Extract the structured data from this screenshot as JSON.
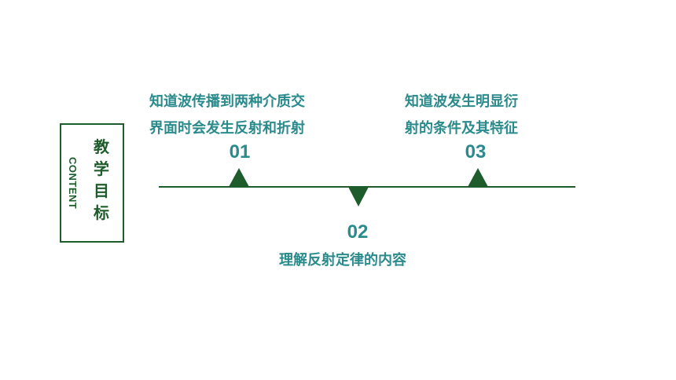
{
  "sidebar": {
    "title_en": "CONTENT",
    "title_cn": [
      "教",
      "学",
      "目",
      "标"
    ]
  },
  "items": [
    {
      "number": "01",
      "lines": [
        "知道波传播到两种介质交",
        "界面时会发生反射和折射"
      ]
    },
    {
      "number": "02",
      "lines": [
        "理解反射定律的内容"
      ]
    },
    {
      "number": "03",
      "lines": [
        "知道波发生明显衍",
        "射的条件及其特征"
      ]
    }
  ],
  "colors": {
    "dark_green": "#1f5c2c",
    "teal": "#2a8a8c"
  }
}
